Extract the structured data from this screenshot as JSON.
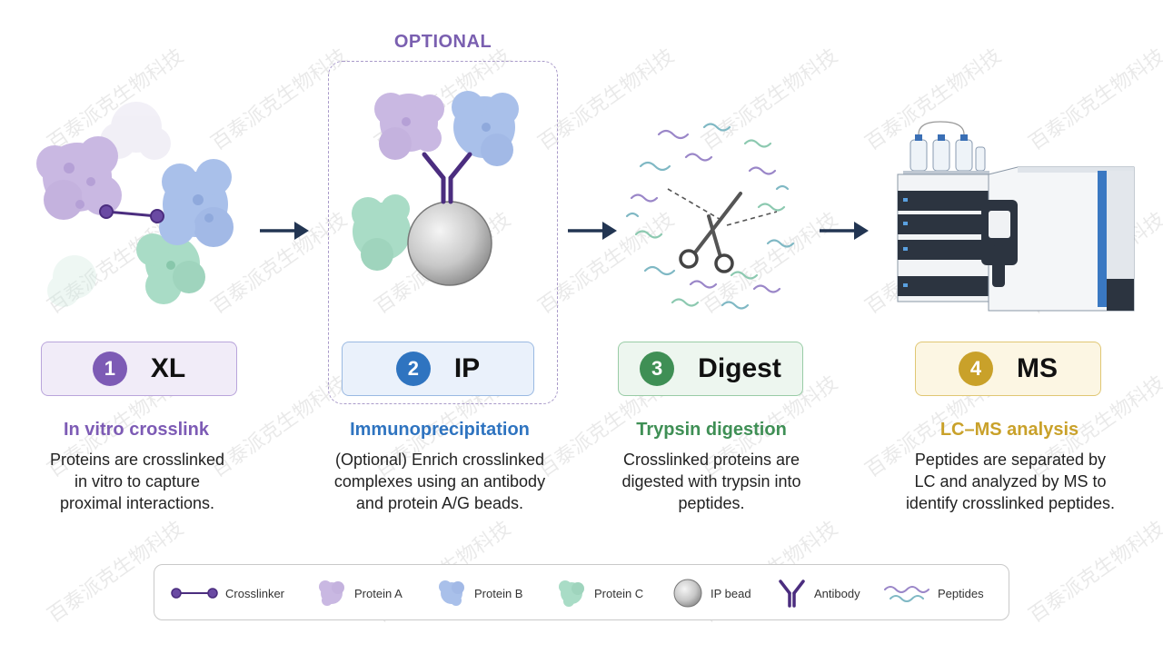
{
  "optional_label": "OPTIONAL",
  "steps": [
    {
      "num": "1",
      "label": "XL",
      "title": "In vitro crosslink",
      "desc": [
        "Proteins are crosslinked",
        "in vitro to capture",
        "proximal interactions."
      ]
    },
    {
      "num": "2",
      "label": "IP",
      "title": "Immunoprecipitation",
      "desc": [
        "(Optional) Enrich crosslinked",
        "complexes using an antibody",
        "and protein A/G beads."
      ]
    },
    {
      "num": "3",
      "label": "Digest",
      "title": "Trypsin digestion",
      "desc": [
        "Crosslinked proteins are",
        "digested with trypsin into",
        "peptides."
      ]
    },
    {
      "num": "4",
      "label": "MS",
      "title": "LC–MS analysis",
      "desc": [
        "Peptides are separated by",
        "LC and analyzed by MS to",
        "identify crosslinked peptides."
      ]
    }
  ],
  "legend": {
    "crosslinker": "Crosslinker",
    "protein_a": "Protein A",
    "protein_b": "Protein B",
    "protein_c": "Protein C",
    "ip_bead": "IP bead",
    "antibody": "Antibody",
    "peptides": "Peptides"
  },
  "watermark": "百泰派克生物科技",
  "colors": {
    "step1": "#7d5bb5",
    "step2": "#2f74c0",
    "step3": "#3f8f55",
    "step4": "#c9a12a",
    "protein_a": "#c9b8e2",
    "protein_b": "#a9c0ea",
    "protein_c": "#a9dcc6",
    "arrow": "#223552",
    "crosslinker": "#4b2d7f"
  }
}
